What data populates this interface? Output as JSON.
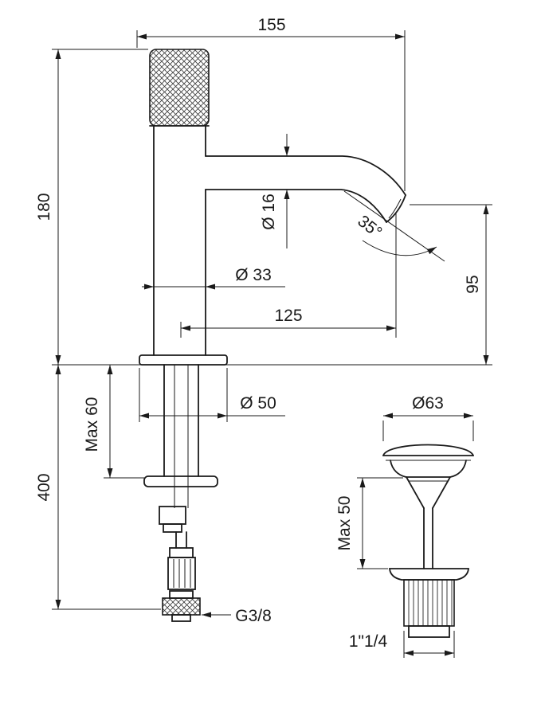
{
  "drawing": {
    "title": "basin-mixer-dimension-drawing",
    "colors": {
      "line": "#1a1a1a",
      "background": "#ffffff"
    },
    "labels": {
      "spout_reach": "155",
      "fixture_height": "180",
      "hose_length": "400",
      "deck_max": "Max 60",
      "spout_diameter": "Ø 16",
      "spout_angle": "35°",
      "body_diameter": "Ø 33",
      "spout_projection": "125",
      "outlet_height": "95",
      "base_diameter": "Ø 50",
      "inlet_thread": "G3/8",
      "waste_cap_diameter": "Ø63",
      "waste_deck_max": "Max 50",
      "waste_thread": "1\"1/4"
    }
  }
}
